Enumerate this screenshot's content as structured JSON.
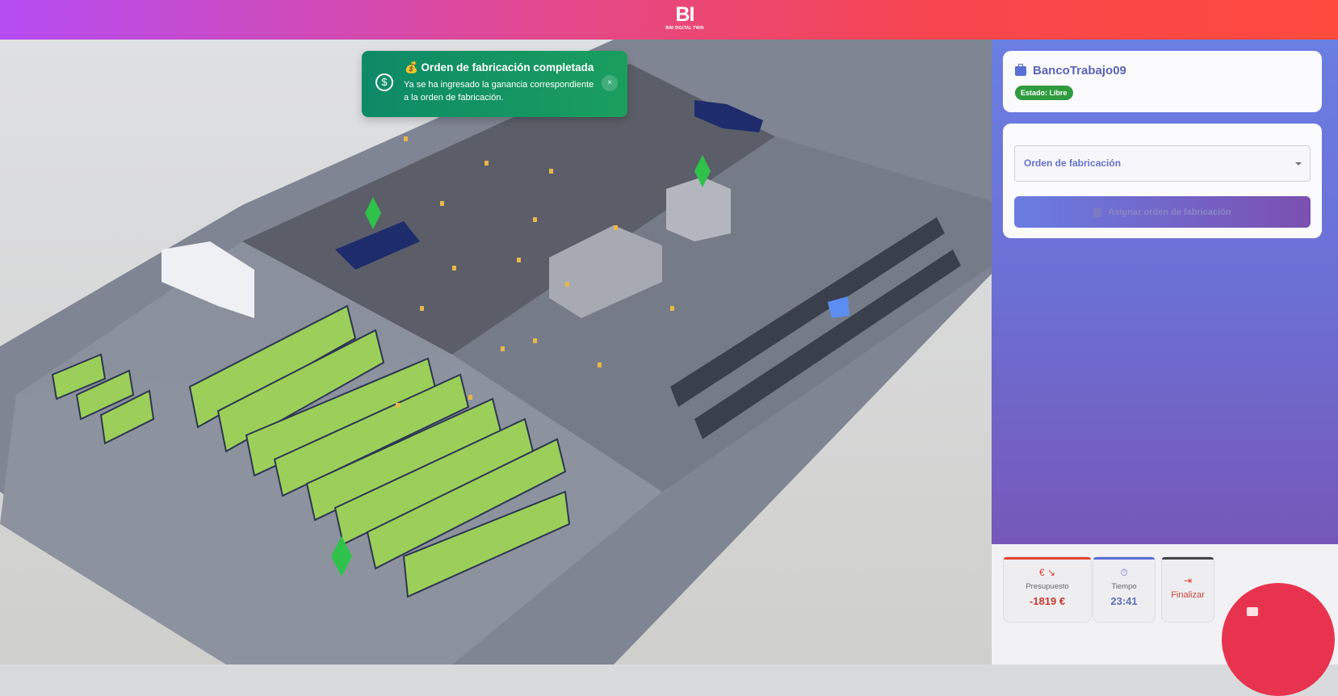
{
  "header": {
    "logo_text": "BI",
    "logo_subtitle": "BIM DIGITAL TWIN"
  },
  "toast": {
    "icon": "dollar-icon",
    "title": "💰 Orden de fabricación completada",
    "message": "Ya se ha ingresado la ganancia correspondiente a la orden de fabricación.",
    "close": "×"
  },
  "workstation": {
    "name": "BancoTrabajo09",
    "status": "Estado: Libre",
    "status_color": "#2f9b3f"
  },
  "order": {
    "select_placeholder": "Orden de fabricación",
    "assign_label": "Asignar orden de fabricación"
  },
  "stats": {
    "budget": {
      "icon": "€ ↘",
      "label": "Presupuesto",
      "value": "-1819 €",
      "color": "#d9412f"
    },
    "time": {
      "icon": "⏱",
      "label": "Tiempo",
      "value": "23:41",
      "color": "#5a6fd6"
    },
    "finish": {
      "icon": "⇥",
      "label": "Finalizar",
      "color": "#d9412f"
    }
  },
  "colors": {
    "accent": "#6a7ee2",
    "danger": "#e8334f",
    "toast": "#0d8a66"
  }
}
